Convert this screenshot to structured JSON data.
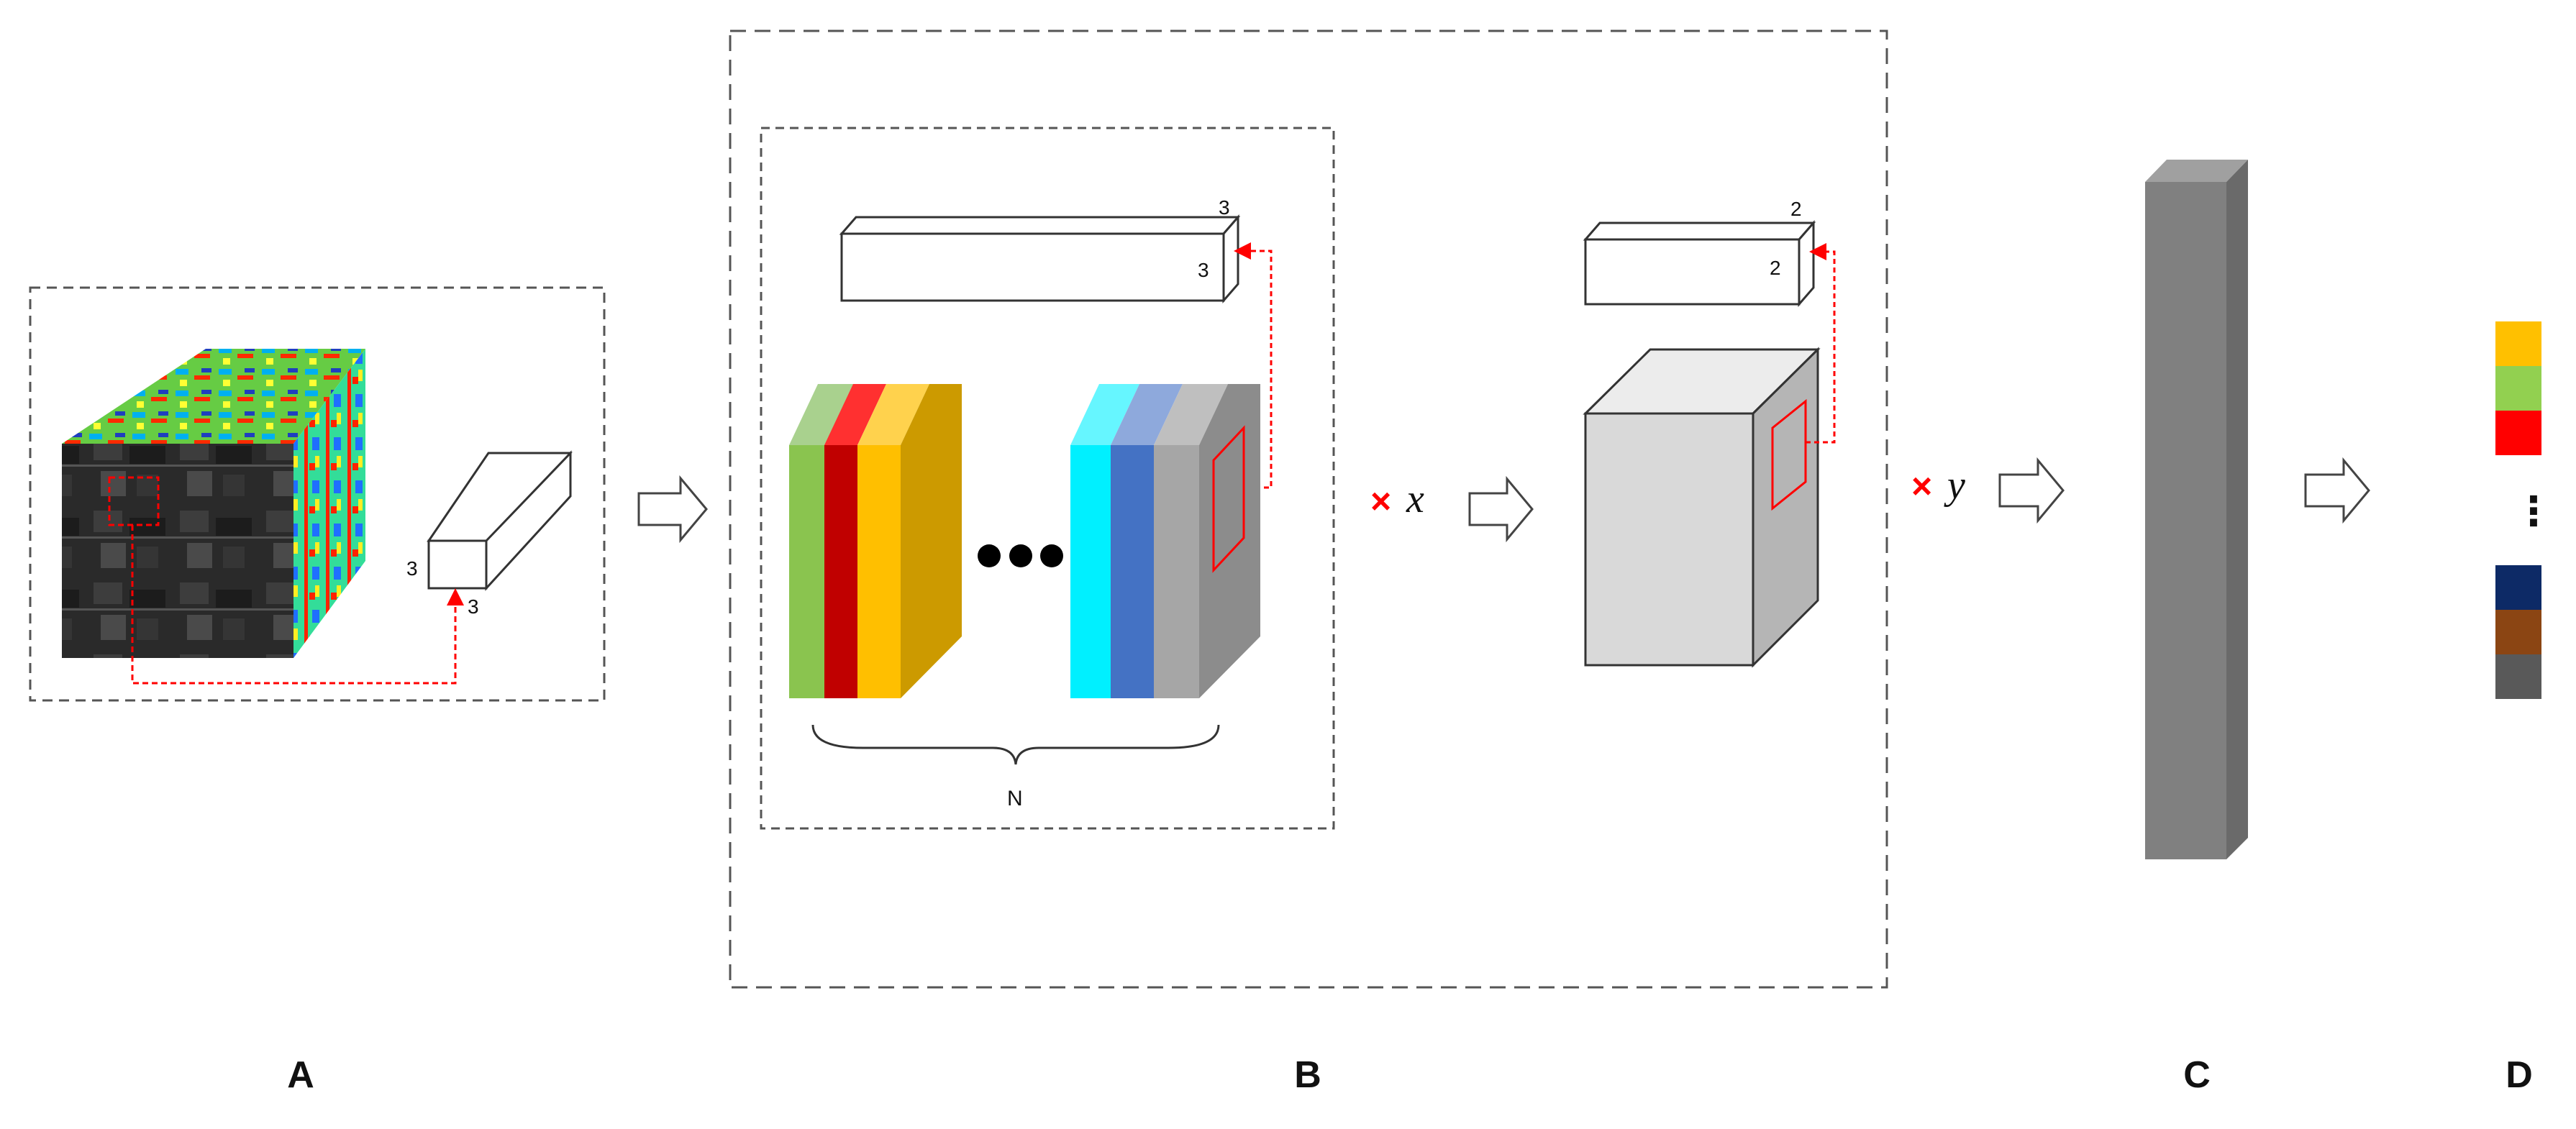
{
  "panels": {
    "a": {
      "label": "A",
      "patch_rows": "3",
      "patch_cols": "3"
    },
    "b": {
      "label": "B",
      "kernel_a_top": "3",
      "kernel_a_side": "3",
      "kernel_b_top": "2",
      "kernel_b_side": "2",
      "n_label": "N",
      "times_symbol": "×",
      "x_symbol": "x",
      "y_symbol": "y"
    },
    "c": {
      "label": "C"
    },
    "d": {
      "label": "D",
      "ellipsis": "⋮"
    }
  },
  "colors": {
    "band_green": "#8ac44f",
    "band_red": "#c00000",
    "band_orange": "#ffbf00",
    "band_orange_side": "#cc9a00",
    "band_cyan": "#00f0ff",
    "band_blue": "#4472c4",
    "band_gray": "#a6a6a6",
    "band_gray_side": "#8c8c8c",
    "fc_front": "#808080",
    "fc_top": "#a0a0a0",
    "fc_side": "#6a6a6a",
    "marker": "#ff0000"
  },
  "output_classes": [
    {
      "color": "#ffc000"
    },
    {
      "color": "#92d050"
    },
    {
      "color": "#ff0000"
    },
    {
      "color": "#0d2a66"
    },
    {
      "color": "#8b4513"
    },
    {
      "color": "#595959"
    }
  ]
}
